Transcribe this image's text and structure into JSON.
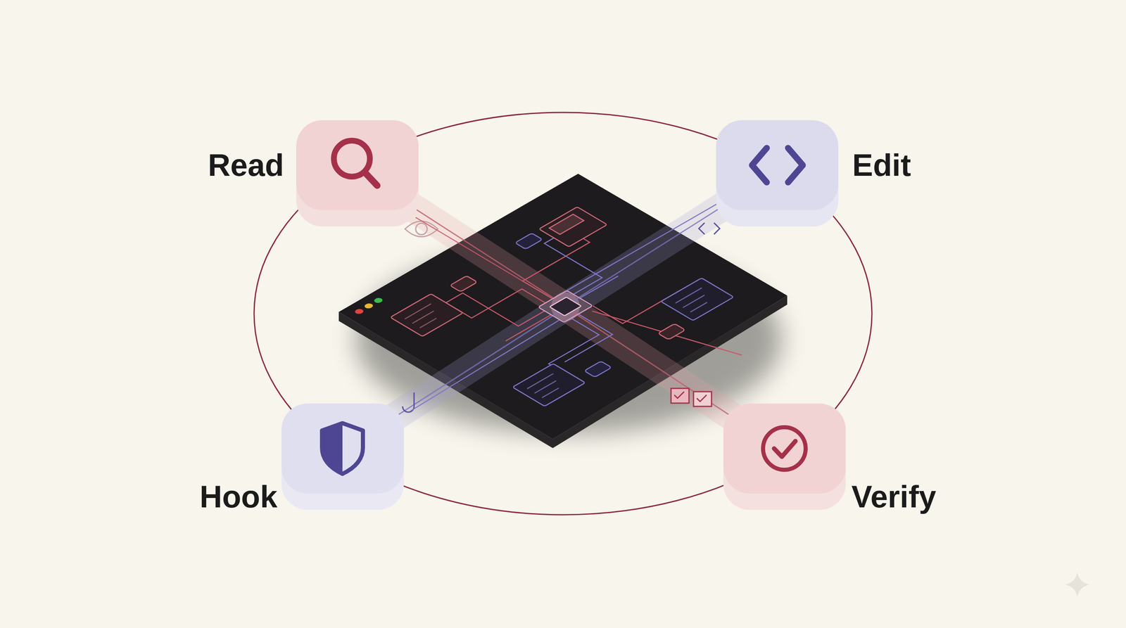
{
  "diagram": {
    "nodes": [
      {
        "text": [
          "Read"
        ]
      },
      {
        "text": [
          "Edit"
        ]
      },
      {
        "text": [
          "Hook"
        ]
      },
      {
        "text": [
          "Verify"
        ]
      }
    ]
  }
}
